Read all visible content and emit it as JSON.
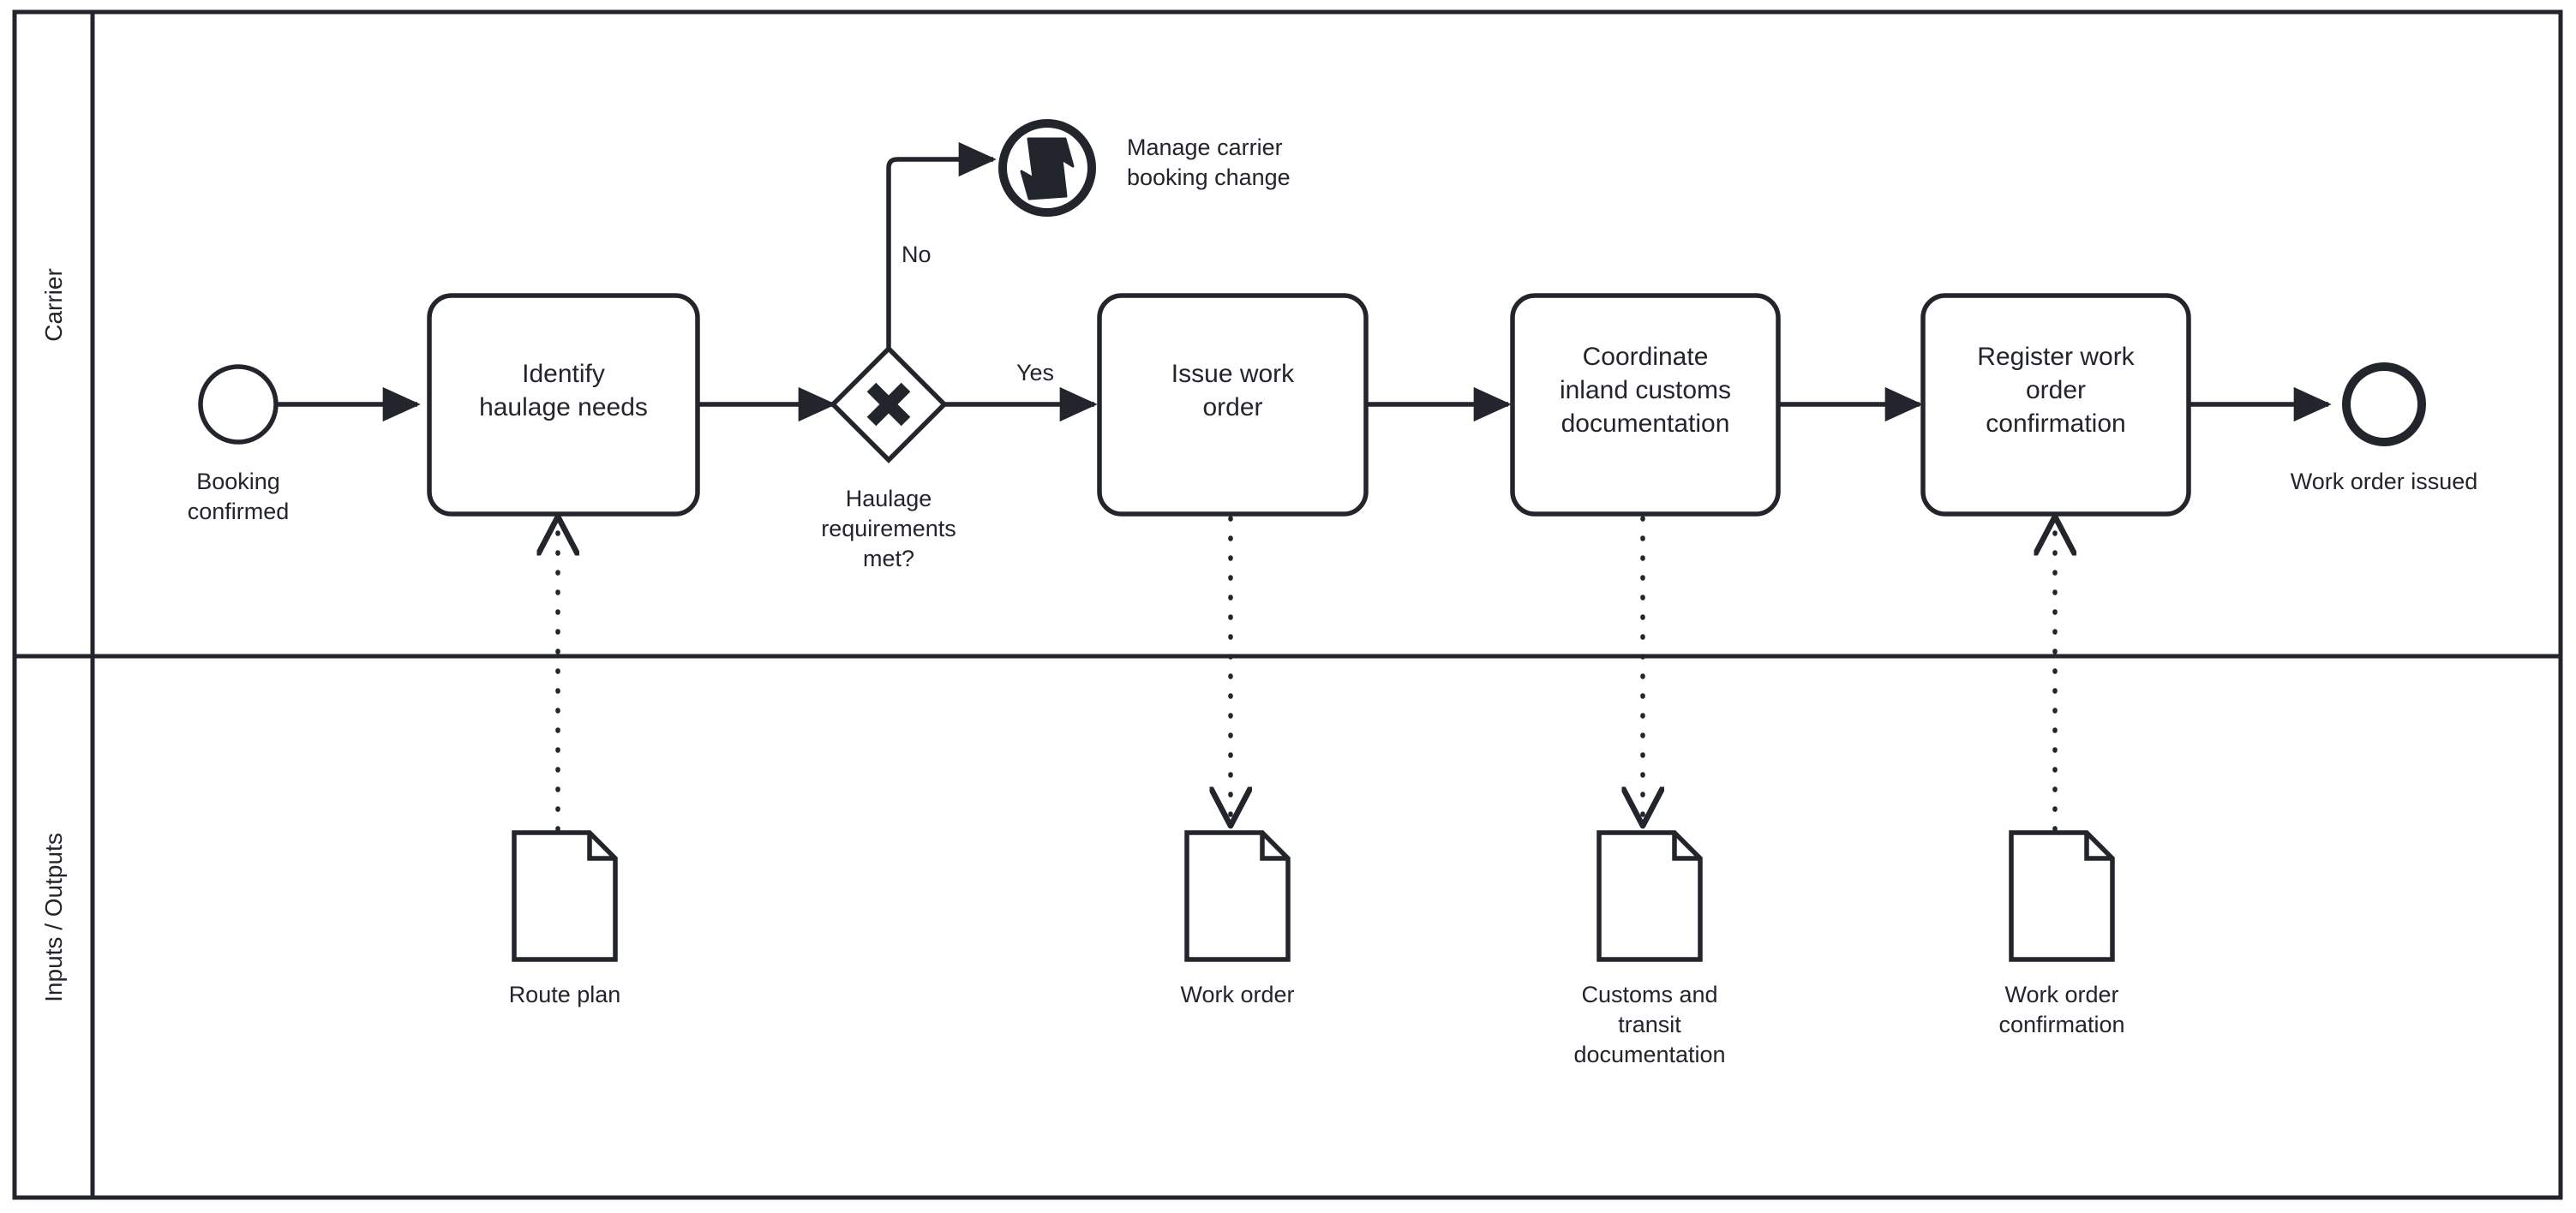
{
  "diagram": {
    "type": "bpmn-process",
    "notation": "BPMN 2.0 collaboration pool with two lanes",
    "colors": {
      "stroke": "#23252c",
      "fill": "#ffffff",
      "text": "#23252c"
    }
  },
  "pool": {
    "lanes": [
      {
        "id": "carrier",
        "title": "Carrier"
      },
      {
        "id": "inputs-outputs",
        "title": "Inputs / Outputs"
      }
    ]
  },
  "events": {
    "start": {
      "icon": "start-event-circle",
      "label": "Booking\nconfirmed"
    },
    "escalation": {
      "icon": "escalation-bolt-event",
      "label": "Manage carrier\nbooking change"
    },
    "end": {
      "icon": "end-event-circle",
      "label": "Work order issued"
    }
  },
  "gateway": {
    "icon": "exclusive-gateway-x",
    "symbol": "X",
    "label": "Haulage\nrequirements\nmet?"
  },
  "tasks": [
    {
      "id": "identify-haulage-needs",
      "label": "Identify\nhaulage needs"
    },
    {
      "id": "issue-work-order",
      "label": "Issue work\norder"
    },
    {
      "id": "coordinate-inland-customs",
      "label": "Coordinate\ninland customs\ndocumentation"
    },
    {
      "id": "register-work-order-confirmation",
      "label": "Register work\norder\nconfirmation"
    }
  ],
  "flow_labels": [
    {
      "id": "no",
      "label": "No"
    },
    {
      "id": "yes",
      "label": "Yes"
    }
  ],
  "data_objects": [
    {
      "id": "route-plan",
      "icon": "document-icon",
      "label": "Route plan",
      "direction": "input"
    },
    {
      "id": "work-order",
      "icon": "document-icon",
      "label": "Work order",
      "direction": "output"
    },
    {
      "id": "customs-and-transit-documentation",
      "icon": "document-icon",
      "label": "Customs and\ntransit\ndocumentation",
      "direction": "output"
    },
    {
      "id": "work-order-confirmation",
      "icon": "document-icon",
      "label": "Work order\nconfirmation",
      "direction": "input"
    }
  ]
}
